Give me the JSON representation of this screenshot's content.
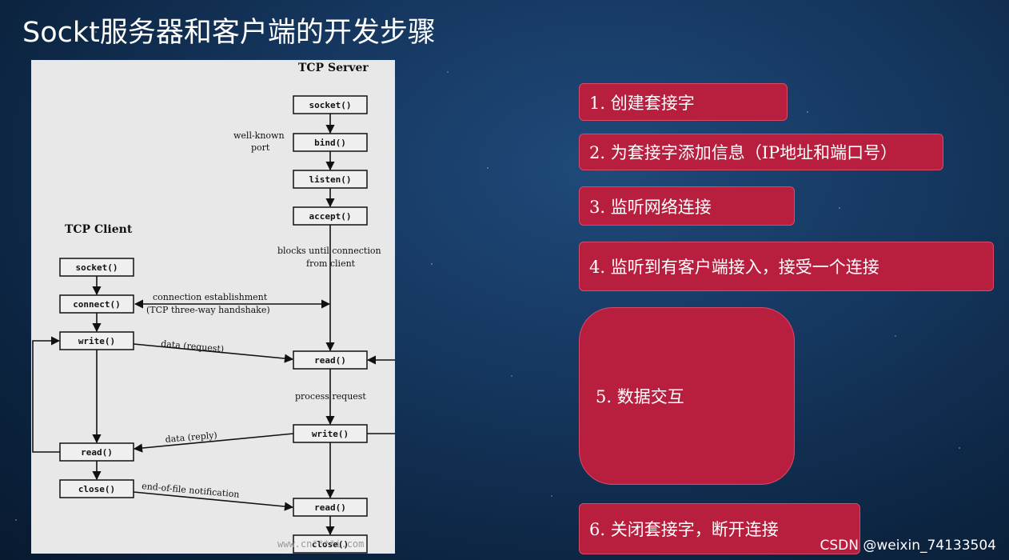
{
  "title": "Sockt服务器和客户端的开发步骤",
  "diagram": {
    "server_heading": "TCP Server",
    "client_heading": "TCP Client",
    "server": {
      "socket": "socket()",
      "bind": "bind()",
      "listen": "listen()",
      "accept": "accept()",
      "read1": "read()",
      "write": "write()",
      "read2": "read()",
      "close": "close()"
    },
    "client": {
      "socket": "socket()",
      "connect": "connect()",
      "write": "write()",
      "read": "read()",
      "close": "close()"
    },
    "annotations": {
      "well_known_1": "well-known",
      "well_known_2": "port",
      "blocks_1": "blocks until connection",
      "blocks_2": "from client",
      "conn_est_1": "connection establishment",
      "conn_est_2": "(TCP three-way handshake)",
      "data_request": "data (request)",
      "process_request": "process request",
      "data_reply": "data (reply)",
      "eof": "end-of-file notification"
    },
    "image_watermark": "www.cn****i.com"
  },
  "steps": [
    "1. 创建套接字",
    "2. 为套接字添加信息（IP地址和端口号）",
    "3. 监听网络连接",
    "4. 监听到有客户端接入，接受一个连接",
    "5. 数据交互",
    "6. 关闭套接字，断开连接"
  ],
  "watermark": "CSDN @weixin_74133504",
  "colors": {
    "step_fill": "#b81f3f",
    "background": "#15365e",
    "diagram_bg": "#e8e8e8"
  }
}
